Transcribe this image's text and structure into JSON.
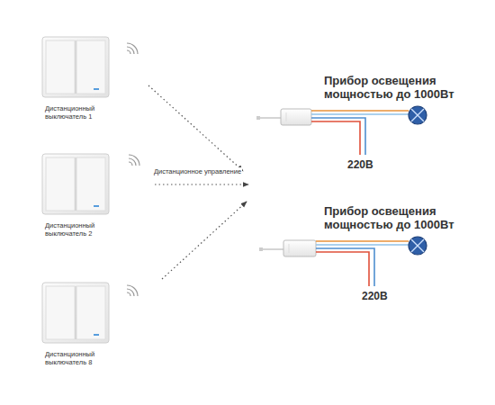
{
  "diagram": {
    "nodes": [
      {
        "text": [
          "Дистанционный выключатель 1"
        ]
      },
      {
        "text": [
          "Дистанционный выключатель 2"
        ]
      },
      {
        "text": [
          "Дистанционный выключатель 8"
        ]
      },
      {
        "text": [
          "Прибор освещения мощностью до 1000Вт"
        ]
      },
      {
        "text": [
          "Прибор освещения мощностью до 1000Вт"
        ]
      }
    ],
    "labels": [
      "Дистанционное управление",
      "220В",
      "220В"
    ]
  }
}
